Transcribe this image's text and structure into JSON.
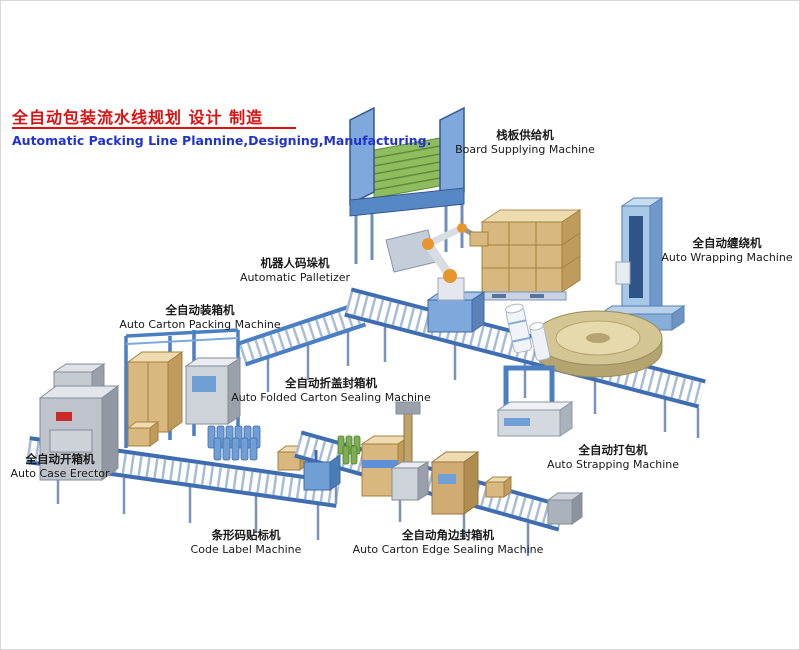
{
  "page": {
    "title_zh": "全自动包装流水线规划 设计 制造",
    "title_en": "Automatic Packing Line Plannine,Designing,Manufacturing."
  },
  "machines": [
    {
      "id": "board-supplying-machine",
      "zh": "栈板供给机",
      "en": "Board Supplying Machine"
    },
    {
      "id": "auto-wrapping-machine",
      "zh": "全自动缠绕机",
      "en": "Auto Wrapping Machine"
    },
    {
      "id": "automatic-palletizer",
      "zh": "机器人码垛机",
      "en": "Automatic Palletizer"
    },
    {
      "id": "auto-carton-packing-machine",
      "zh": "全自动装箱机",
      "en": "Auto Carton Packing Machine"
    },
    {
      "id": "auto-folded-carton-sealing-machine",
      "zh": "全自动折盖封箱机",
      "en": "Auto Folded Carton Sealing Machine"
    },
    {
      "id": "auto-case-erector",
      "zh": "全自动开箱机",
      "en": "Auto Case Erector"
    },
    {
      "id": "auto-strapping-machine",
      "zh": "全自动打包机",
      "en": "Auto Strapping Machine"
    },
    {
      "id": "code-label-machine",
      "zh": "条形码贴标机",
      "en": "Code Label Machine"
    },
    {
      "id": "auto-carton-edge-sealing-machine",
      "zh": "全自动角边封箱机",
      "en": "Auto Carton Edge Sealing Machine"
    }
  ],
  "colors": {
    "title": "#dd1111",
    "subtitle": "#2233cc",
    "label_text": "#1a1a1a",
    "conveyor_blue": "#4a7fc1",
    "carton_tan": "#d8b87e",
    "turntable_khaki": "#d4c692",
    "robot_orange": "#e8952e",
    "board_green": "#8fbc5f"
  }
}
